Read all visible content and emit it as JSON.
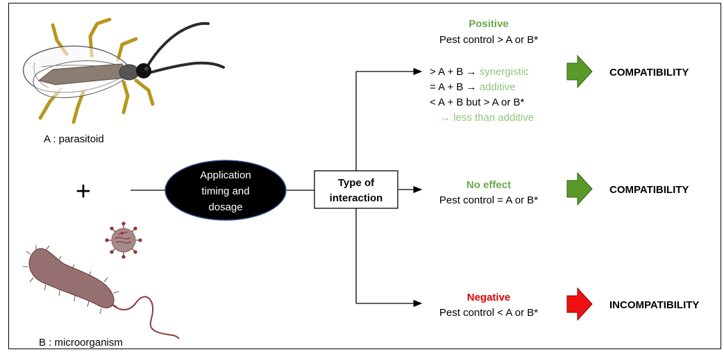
{
  "label_a": "A : parasitoid",
  "label_b": "B : microorganism",
  "plus_sign": "+",
  "application": {
    "line1": "Application",
    "line2": "timing and",
    "line3": "dosage"
  },
  "interaction": {
    "line1": "Type of",
    "line2": "interaction"
  },
  "positive": {
    "title": "Positive",
    "subtitle": "Pest control > A or B*",
    "row1_prefix": "> A + B → ",
    "row1_term": "synergistic",
    "row2_prefix": "= A + B → ",
    "row2_term": "additive",
    "row3": "< A + B but > A or B*",
    "row4": "→ less than additive",
    "result": "COMPATIBILITY"
  },
  "no_effect": {
    "title": "No effect",
    "subtitle": "Pest control = A or B*",
    "result": "COMPATIBILITY"
  },
  "negative": {
    "title": "Negative",
    "subtitle": "Pest control < A or B*",
    "result": "INCOMPATIBILITY"
  },
  "colors": {
    "positive_green": "#6aa84f",
    "term_green": "#93c47d",
    "negative_red": "#e00000",
    "arrow_green": "#5a9a2a",
    "arrow_red": "#ee1111"
  },
  "icons": [
    "parasitoid-wasp-icon",
    "virus-icon",
    "bacterium-icon"
  ]
}
